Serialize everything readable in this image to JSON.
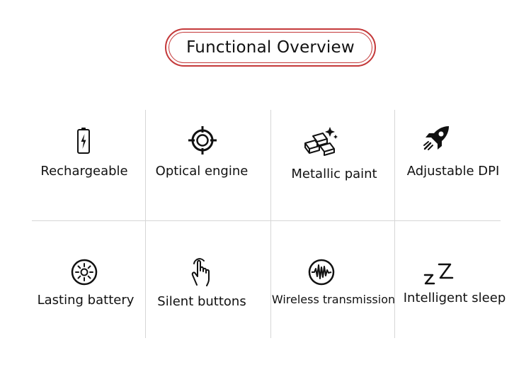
{
  "title": "Functional Overview",
  "features": [
    {
      "label": "Rechargeable",
      "icon": "battery-charging-icon"
    },
    {
      "label": "Optical engine",
      "icon": "crosshair-icon"
    },
    {
      "label": "Metallic paint",
      "icon": "gold-bars-icon"
    },
    {
      "label": "Adjustable DPI",
      "icon": "rocket-icon"
    },
    {
      "label": "Lasting battery",
      "icon": "sun-dial-icon"
    },
    {
      "label": "Silent buttons",
      "icon": "touch-hand-icon"
    },
    {
      "label": "Wireless transmission",
      "icon": "signal-wave-icon"
    },
    {
      "label": "Intelligent sleep",
      "icon": "sleep-zz-icon"
    }
  ],
  "colors": {
    "accent": "#c4393a",
    "divider": "#d6d6d6",
    "text": "#111111"
  }
}
